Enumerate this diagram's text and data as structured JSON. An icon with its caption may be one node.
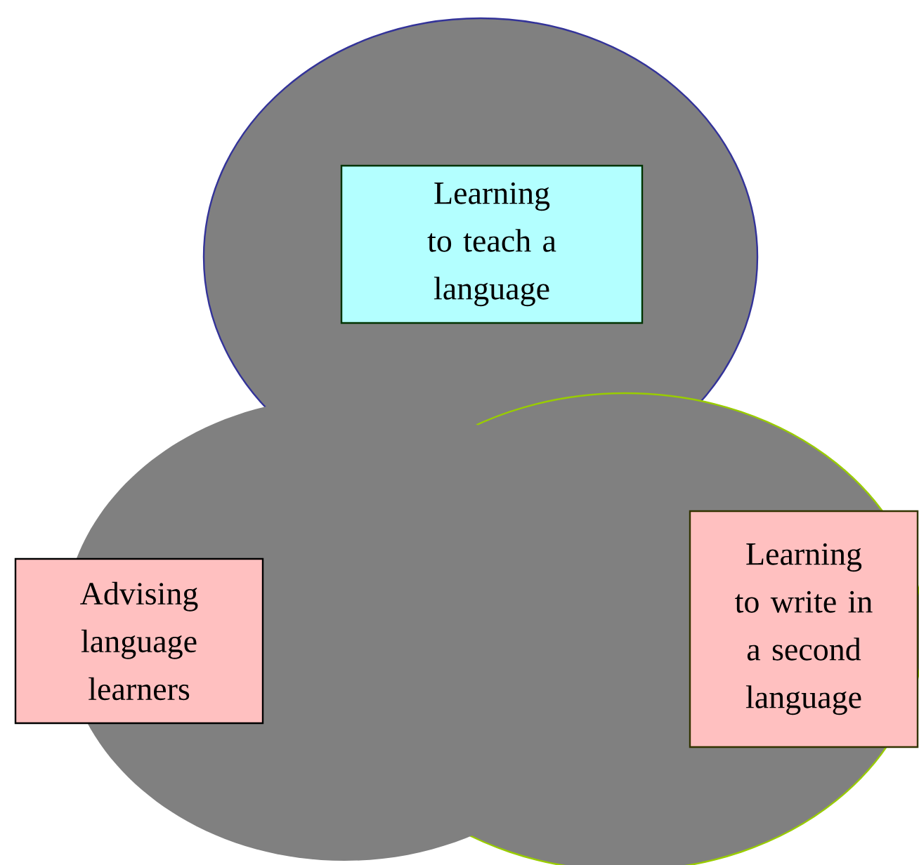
{
  "diagram": {
    "nodes": [
      {
        "text": [
          "Learning to teach a language"
        ]
      },
      {
        "text": [
          "Advising language learners"
        ]
      },
      {
        "text": [
          "Learning to write in a second language"
        ]
      }
    ]
  }
}
